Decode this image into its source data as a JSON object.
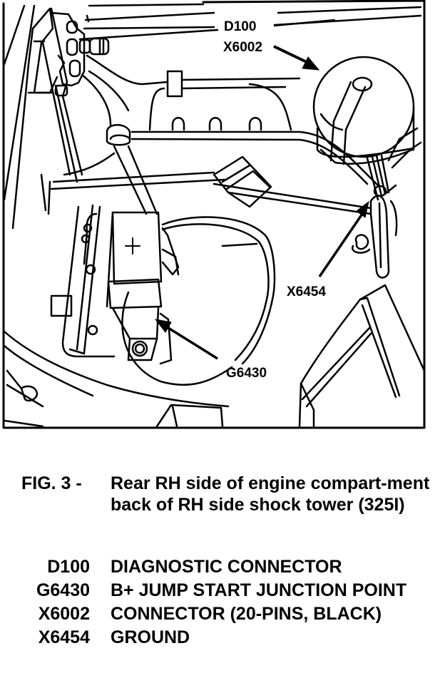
{
  "figure": {
    "callouts": {
      "d100": "D100",
      "x6002": "X6002",
      "x6454": "X6454",
      "g6430": "G6430"
    },
    "battery_terminal_symbol": "+"
  },
  "caption": {
    "figure_number": "FIG. 3 -",
    "text": "Rear RH side  of engine compart-ment back of RH side shock tower (325I)"
  },
  "legend": [
    {
      "code": "D100",
      "description": "DIAGNOSTIC CONNECTOR"
    },
    {
      "code": "G6430",
      "description": "B+ JUMP START JUNCTION POINT"
    },
    {
      "code": "X6002",
      "description": "CONNECTOR (20-PINS, BLACK)"
    },
    {
      "code": "X6454",
      "description": "GROUND"
    }
  ]
}
